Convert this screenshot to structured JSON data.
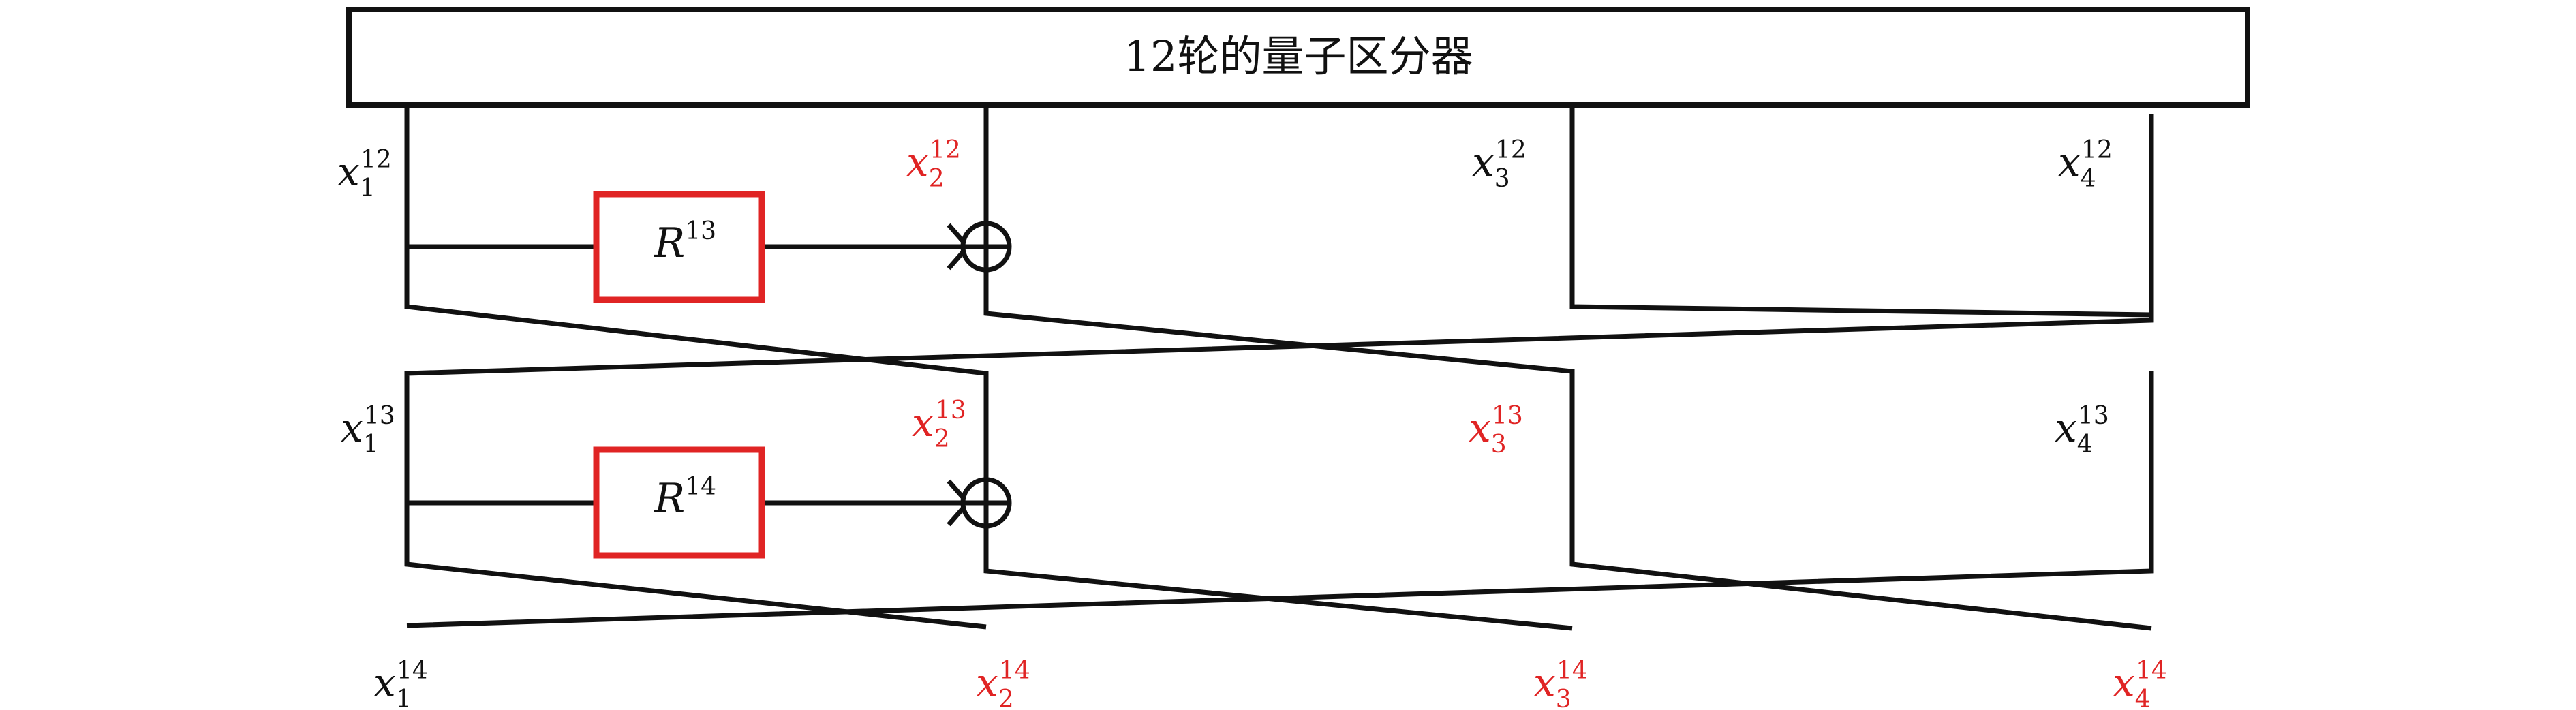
{
  "title": "12轮的量子区分器",
  "colors": {
    "red": "#e02424",
    "black": "#111111"
  },
  "round_functions": [
    {
      "name": "R",
      "sup": "13"
    },
    {
      "name": "R",
      "sup": "14"
    }
  ],
  "labels": [
    {
      "base": "x",
      "sub": "1",
      "sup": "12",
      "color": "#111111"
    },
    {
      "base": "x",
      "sub": "2",
      "sup": "12",
      "color": "#e02424"
    },
    {
      "base": "x",
      "sub": "3",
      "sup": "12",
      "color": "#111111"
    },
    {
      "base": "x",
      "sub": "4",
      "sup": "12",
      "color": "#111111"
    },
    {
      "base": "x",
      "sub": "1",
      "sup": "13",
      "color": "#111111"
    },
    {
      "base": "x",
      "sub": "2",
      "sup": "13",
      "color": "#e02424"
    },
    {
      "base": "x",
      "sub": "3",
      "sup": "13",
      "color": "#e02424"
    },
    {
      "base": "x",
      "sub": "4",
      "sup": "13",
      "color": "#111111"
    },
    {
      "base": "x",
      "sub": "1",
      "sup": "14",
      "color": "#111111"
    },
    {
      "base": "x",
      "sub": "2",
      "sup": "14",
      "color": "#e02424"
    },
    {
      "base": "x",
      "sub": "3",
      "sup": "14",
      "color": "#e02424"
    },
    {
      "base": "x",
      "sub": "4",
      "sup": "14",
      "color": "#e02424"
    }
  ]
}
